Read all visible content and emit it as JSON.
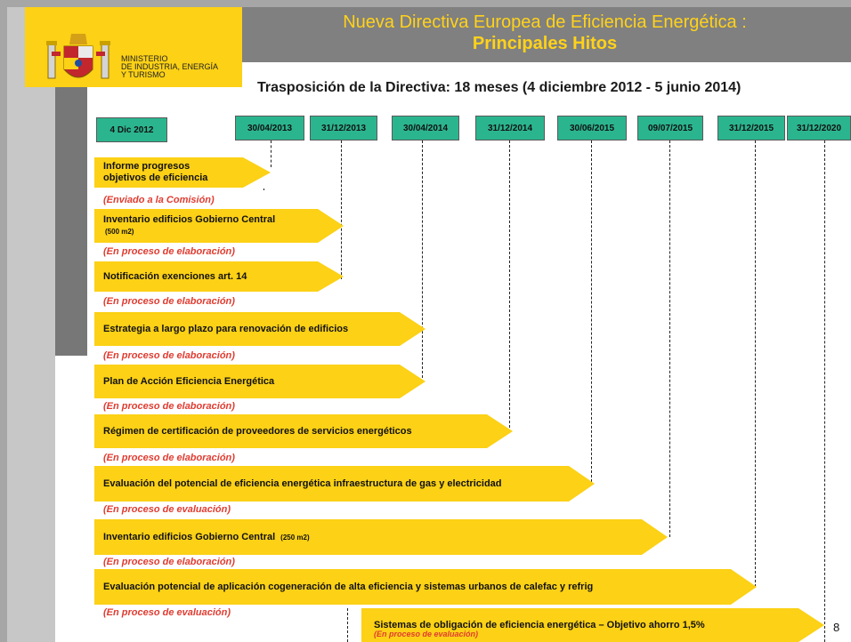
{
  "header": {
    "title_line1": "Nueva Directiva Europea de Eficiencia Energética :",
    "title_line2": "Principales Hitos"
  },
  "logo": {
    "ministry_line1": "MINISTERIO",
    "ministry_line2": "DE INDUSTRIA, ENERGÍA",
    "ministry_line3": "Y TURISMO"
  },
  "subtitle": "Trasposición de la Directiva: 18 meses (4 diciembre 2012 - 5 junio 2014)",
  "dates": [
    "4 Dic 2012",
    "30/04/2013",
    "31/12/2013",
    "30/04/2014",
    "31/12/2014",
    "30/06/2015",
    "09/07/2015",
    "31/12/2015",
    "31/12/2020"
  ],
  "milestones": [
    {
      "label_line1": "Informe progresos",
      "label_line2": "objetivos de eficiencia",
      "status": "(Enviado a  la Comisión)"
    },
    {
      "label_line1": "Inventario edificios Gobierno Central",
      "label_small": "(500 m2)",
      "status": "(En proceso de elaboración)"
    },
    {
      "label": "Notificación exenciones art. 14",
      "status": "(En proceso de elaboración)"
    },
    {
      "label": "Estrategia a largo plazo para renovación de edificios",
      "status": "(En proceso de elaboración)"
    },
    {
      "label": "Plan de Acción Eficiencia Energética",
      "status": "(En proceso de elaboración)"
    },
    {
      "label": "Régimen de certificación de proveedores de servicios energéticos",
      "status": "(En proceso de elaboración)"
    },
    {
      "label": "Evaluación del potencial de eficiencia energética infraestructura de gas y electricidad",
      "status": "(En proceso de evaluación)"
    },
    {
      "label": "Inventario edificios Gobierno Central",
      "label_small": "(250 m2)",
      "status": "(En proceso de elaboración)"
    },
    {
      "label": "Evaluación potencial de aplicación cogeneración de alta eficiencia y sistemas urbanos de calefac y refrig",
      "status": "(En proceso de evaluación)"
    },
    {
      "label": "Sistemas de obligación de eficiencia energética – Objetivo ahorro 1,5%",
      "status": "(En proceso de evaluación)"
    }
  ],
  "page_number": "8"
}
